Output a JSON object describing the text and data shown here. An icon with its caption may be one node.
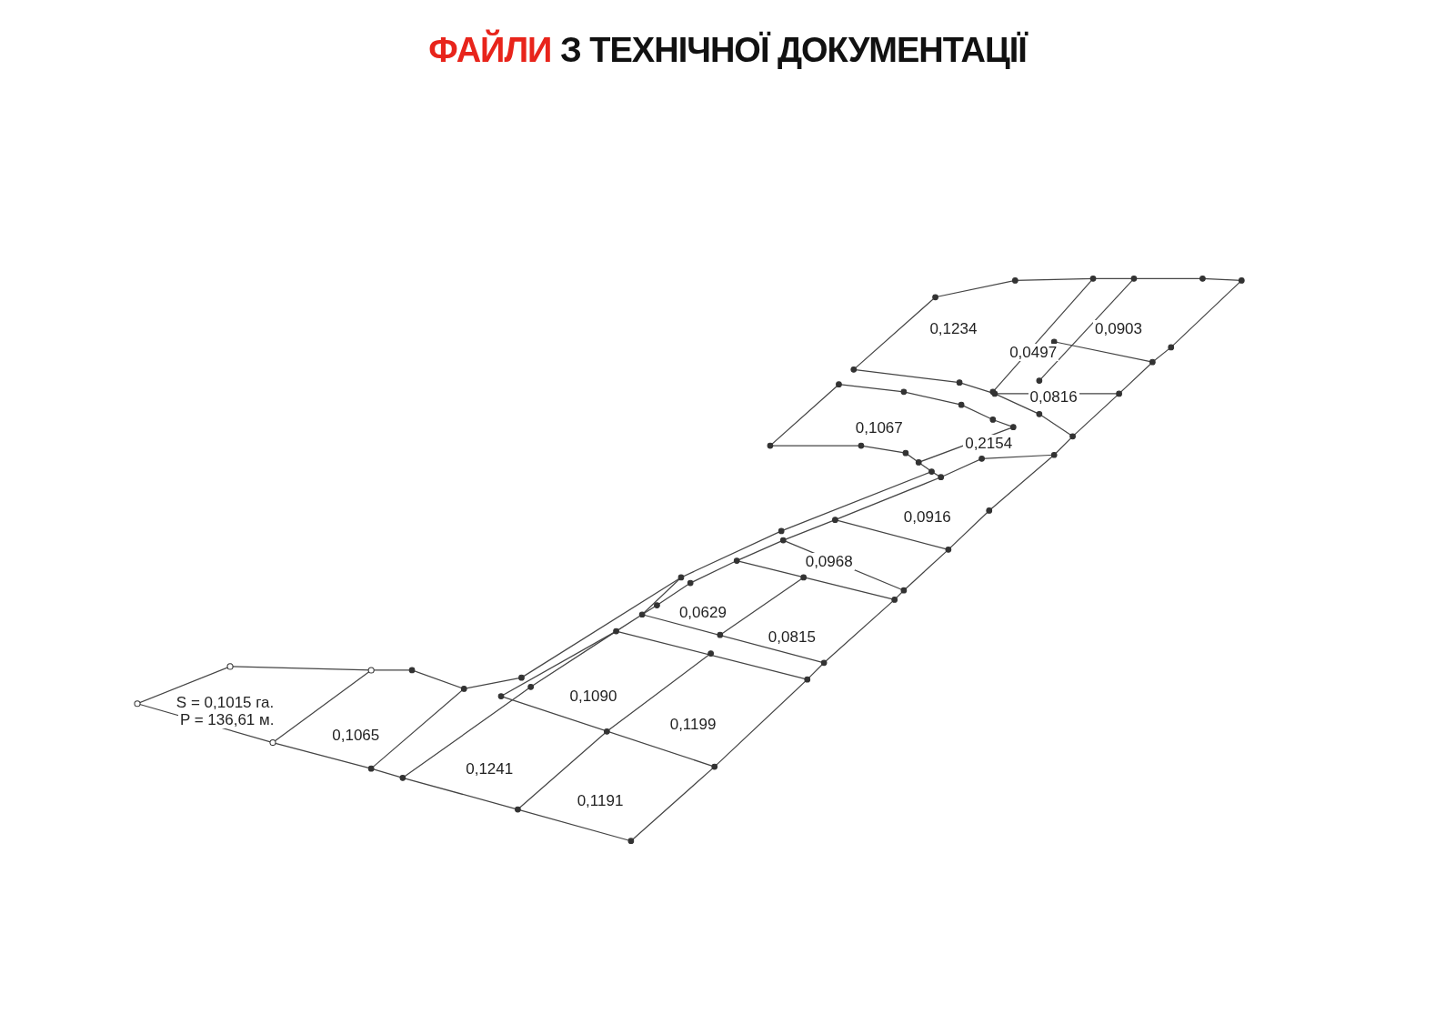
{
  "diagram": {
    "title": "ФАЙЛИ З ТЕХНІЧНОЇ ДОКУМЕНТАЦІЇ",
    "labels": [
      "0,1234",
      "0,0903",
      "0,0497",
      "0,0816",
      "0,1067",
      "0,2154",
      "0,0916",
      "0,0968",
      "0,0629",
      "0,0815",
      "0,1090",
      "S = 0,1015 га.",
      "P = 136,61 м.",
      "0,1199",
      "0,1065",
      "0,1241",
      "0,1191"
    ]
  }
}
